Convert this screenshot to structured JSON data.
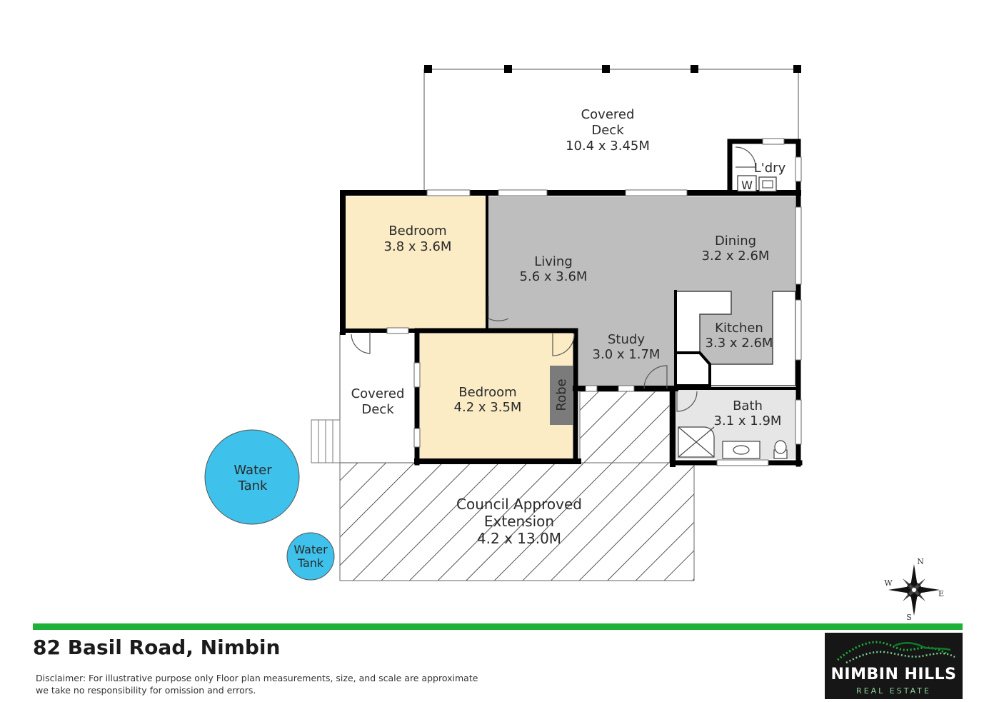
{
  "rooms": {
    "covered_deck_top": {
      "name": "Covered\nDeck",
      "size": "10.4 x 3.45M"
    },
    "laundry": {
      "name": "L'dry",
      "washer": "W"
    },
    "bedroom_1": {
      "name": "Bedroom",
      "size": "3.8 x 3.6M"
    },
    "living": {
      "name": "Living",
      "size": "5.6 x 3.6M"
    },
    "dining": {
      "name": "Dining",
      "size": "3.2 x 2.6M"
    },
    "kitchen": {
      "name": "Kitchen",
      "size": "3.3 x 2.6M"
    },
    "study": {
      "name": "Study",
      "size": "3.0 x 1.7M"
    },
    "bedroom_2": {
      "name": "Bedroom",
      "size": "4.2 x 3.5M"
    },
    "robe": {
      "name": "Robe"
    },
    "covered_deck_side": {
      "name": "Covered\nDeck"
    },
    "bath": {
      "name": "Bath",
      "size": "3.1 x 1.9M"
    },
    "extension": {
      "name": "Council Approved\nExtension",
      "size": "4.2 x 13.0M"
    },
    "water_tank_large": {
      "name": "Water\nTank"
    },
    "water_tank_small": {
      "name": "Water\nTank"
    }
  },
  "compass": {
    "n": "N",
    "e": "E",
    "s": "S",
    "w": "W"
  },
  "footer": {
    "address": "82 Basil Road, Nimbin",
    "disclaimer": "Disclaimer: For illustrative purpose only Floor plan measurements, size, and scale are approximate we take no responsibility for omission and errors."
  },
  "logo": {
    "name": "NIMBIN HILLS",
    "subtitle": "REAL ESTATE"
  },
  "colors": {
    "bedroom_fill": "#fbecc6",
    "living_fill": "#bebebe",
    "bath_fill": "#e6e6e6",
    "wall": "#000000",
    "tank_fill": "#3ec1ea",
    "accent_green": "#1fb137",
    "logo_bg": "#161616"
  }
}
